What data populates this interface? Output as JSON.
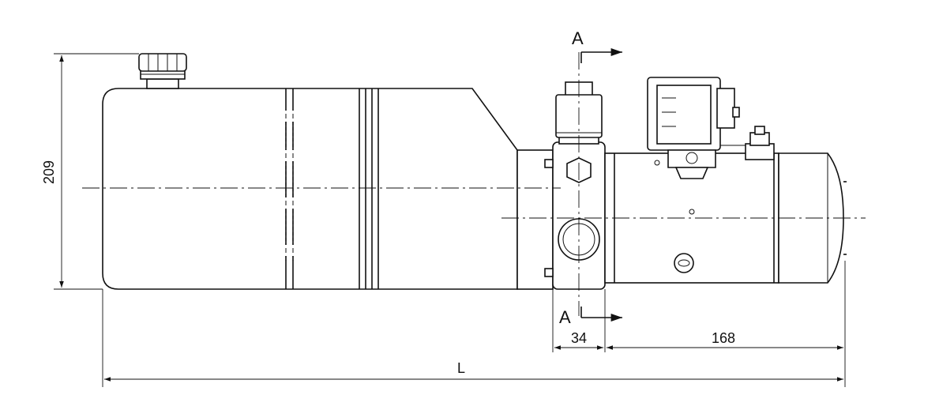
{
  "dimensions": {
    "height_209": "209",
    "width_34": "34",
    "width_168": "168",
    "overall_length": "L"
  },
  "section_marks": {
    "top": "A",
    "bottom": "A"
  }
}
